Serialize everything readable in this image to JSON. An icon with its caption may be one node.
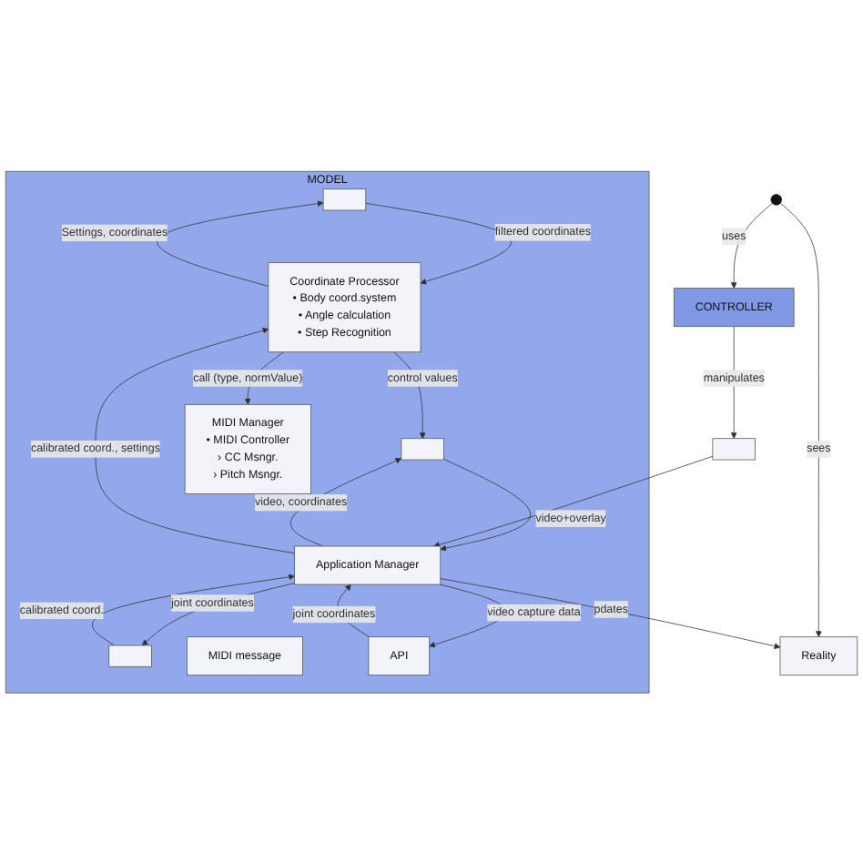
{
  "diagram": {
    "nodes": [
      {
        "text": [
          "MODEL"
        ]
      },
      {
        "text": [],
        "shape": "box",
        "in": 0
      },
      {
        "text": [],
        "shape": "box",
        "in": 0
      },
      {
        "text": [],
        "shape": "box",
        "in": 0
      },
      {
        "text": [
          "Coordinate Processor",
          "• Body coord.system",
          "• Angle calculation",
          "• Step Recognition"
        ],
        "in": 0
      },
      {
        "text": [
          "MIDI Manager",
          "• MIDI Controller",
          "› CC Msngr.",
          "› Pitch Msngr."
        ],
        "in": 0
      },
      {
        "text": [
          "MIDI message"
        ],
        "in": 0
      },
      {
        "text": [
          "Application Manager"
        ],
        "in": 0
      },
      {
        "text": [
          "API"
        ],
        "in": 0
      },
      {
        "text": [],
        "shape": "box"
      },
      {
        "text": [
          "Reality"
        ]
      },
      {
        "text": [
          "CONTROLLER"
        ]
      },
      {
        "text": [],
        "shape": "person"
      }
    ],
    "edges": [
      {
        "from": 4,
        "to": 1,
        "label": "Settings, coordinates",
        "arrow": "to"
      },
      {
        "from": 1,
        "to": 4,
        "label": "filtered coordinates",
        "arrow": "to"
      },
      {
        "from": 4,
        "to": 5,
        "label": "call (type, normValue)",
        "arrow": "to"
      },
      {
        "from": 4,
        "to": 2,
        "label": "control values",
        "arrow": "to"
      },
      {
        "from": 7,
        "to": 2,
        "label": "video, coordinates",
        "arrow": "to"
      },
      {
        "from": 2,
        "to": 7,
        "label": "video+overlay",
        "arrow": "to"
      },
      {
        "from": 7,
        "to": 4,
        "label": "calibrated coord., settings",
        "arrow": "to"
      },
      {
        "from": 7,
        "to": 3,
        "label": "joint coordinates",
        "arrow": "to"
      },
      {
        "from": 3,
        "to": 7,
        "label": "calibrated coord.",
        "arrow": "to"
      },
      {
        "from": 7,
        "to": 8,
        "label": "video capture data",
        "arrow": "to"
      },
      {
        "from": 8,
        "to": 7,
        "label": "joint coordinates",
        "arrow": "to"
      },
      {
        "from": 9,
        "to": 7,
        "arrow": "to"
      },
      {
        "from": 7,
        "to": 10,
        "label": "pdates",
        "arrow": "to"
      },
      {
        "from": 11,
        "to": 9,
        "label": "manipulates",
        "arrow": "to"
      },
      {
        "from": 12,
        "to": 10,
        "label": "sees",
        "arrow": "to"
      },
      {
        "from": 12,
        "to": 11,
        "label": "uses",
        "arrow": "to"
      }
    ]
  }
}
